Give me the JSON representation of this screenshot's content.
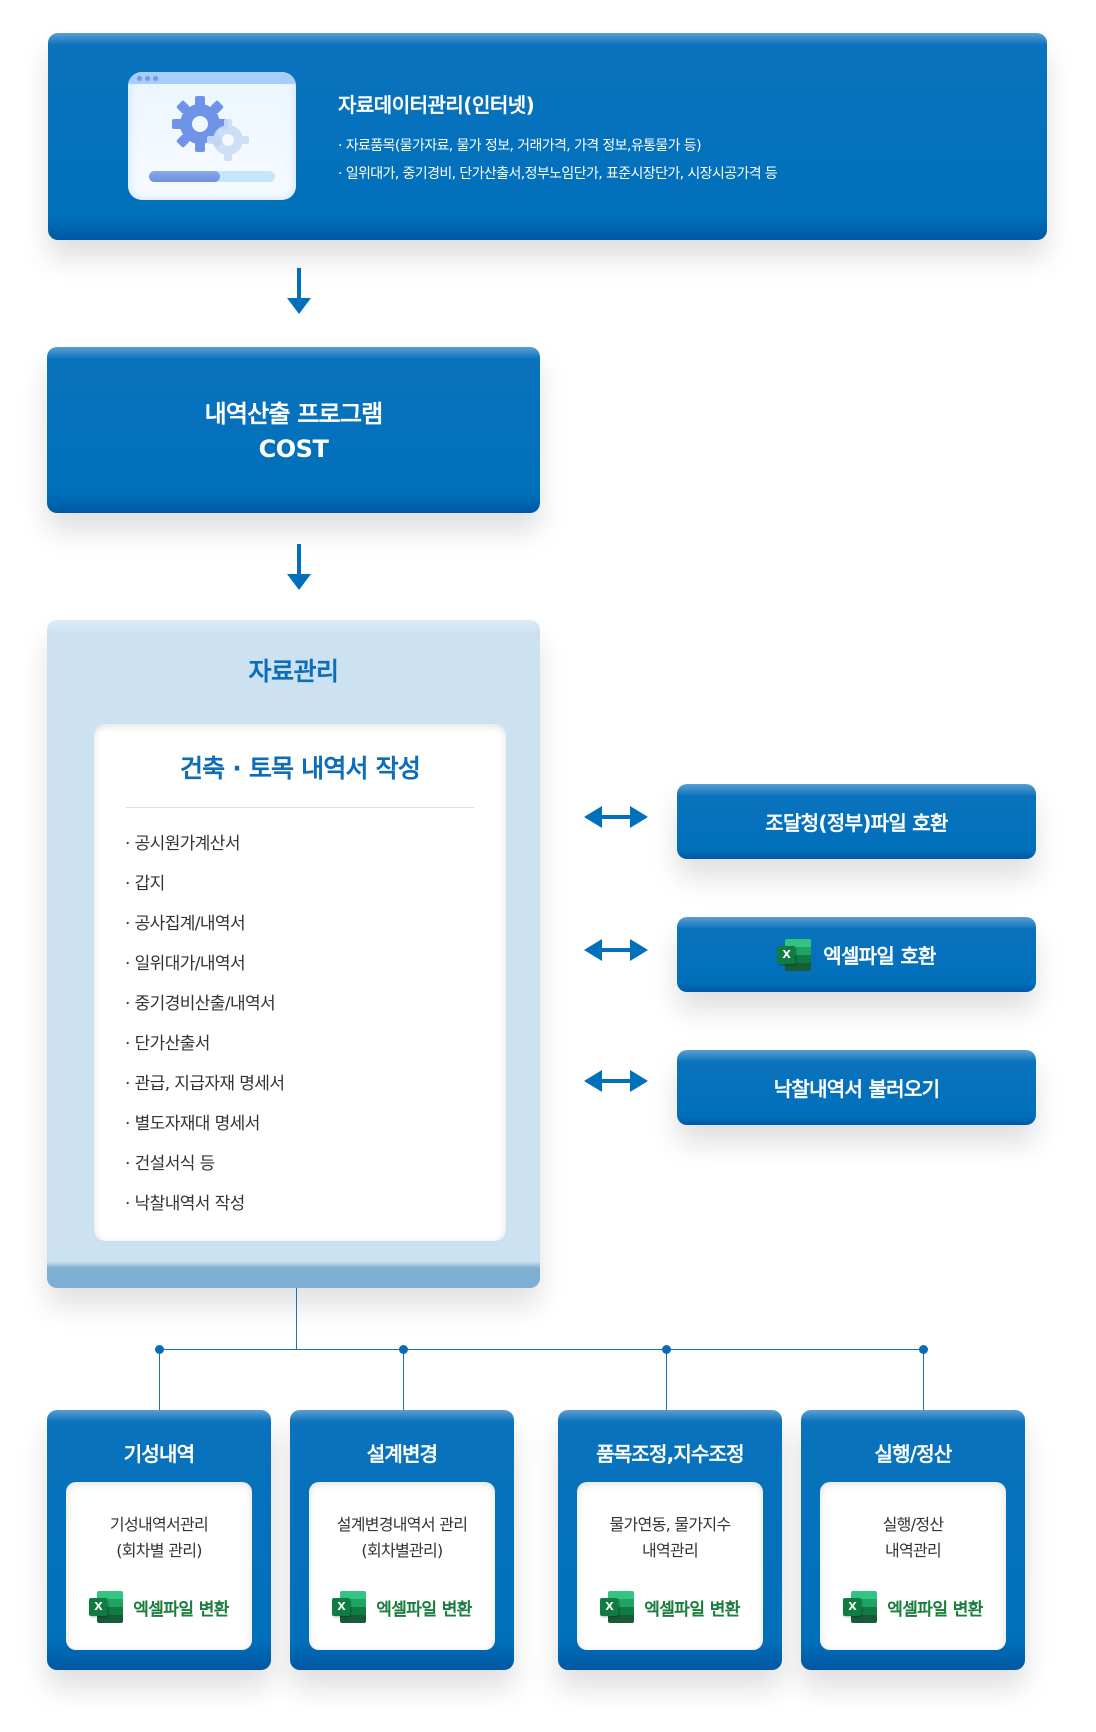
{
  "colors": {
    "primary": "#0070bb",
    "light_panel": "#cde2f1",
    "title_blue": "#0d6db8",
    "excel_green": "#1a7d3c"
  },
  "top": {
    "icon": "settings-window-icon",
    "title": "자료데이터관리(인터넷)",
    "lines": [
      "· 자료품목(물가자료, 물가 정보, 거래가격, 가격 정보,유통물가 등)",
      "· 일위대가, 중기경비, 단가산출서,정부노임단가, 표준시장단가, 시장시공가격 등"
    ]
  },
  "program": {
    "title": "내역산출 프로그램",
    "subtitle": "COST"
  },
  "main": {
    "title": "자료관리",
    "card_title": "건축 · 토목 내역서 작성",
    "items": [
      "· 공시원가계산서",
      "· 갑지",
      "· 공사집계/내역서",
      "· 일위대가/내역서",
      "· 중기경비산출/내역서",
      "· 단가산출서",
      "· 관급, 지급자재 명세서",
      "· 별도자재대 명세서",
      "· 건설서식 등",
      "· 낙찰내역서 작성"
    ]
  },
  "side_buttons": [
    {
      "label": "조달청(정부)파일 호환",
      "icon": null
    },
    {
      "label": "엑셀파일 호환",
      "icon": "excel-icon"
    },
    {
      "label": "낙찰내역서 불러오기",
      "icon": null
    }
  ],
  "bottom_cards": [
    {
      "title": "기성내역",
      "lines": [
        "기성내역서관리",
        "(회차별 관리)"
      ],
      "excel_label": "엑셀파일 변환"
    },
    {
      "title": "설계변경",
      "lines": [
        "설계변경내역서 관리",
        "(회차별관리)"
      ],
      "excel_label": "엑셀파일 변환"
    },
    {
      "title": "품목조정,지수조정",
      "lines": [
        "물가연동, 물가지수",
        "내역관리"
      ],
      "excel_label": "엑셀파일 변환"
    },
    {
      "title": "실행/정산",
      "lines": [
        "실행/정산",
        "내역관리"
      ],
      "excel_label": "엑셀파일 변환"
    }
  ]
}
